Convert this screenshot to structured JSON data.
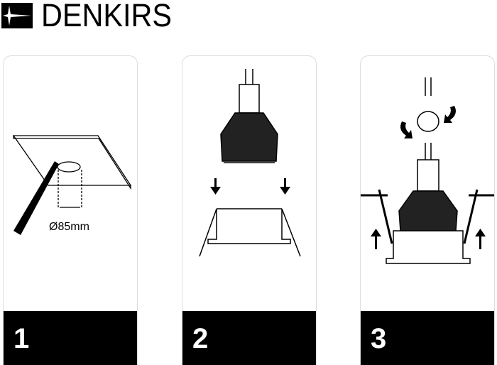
{
  "brand": {
    "name": "DENKIRS"
  },
  "steps": [
    {
      "number": "1",
      "dimension_label": "Ø85mm"
    },
    {
      "number": "2"
    },
    {
      "number": "3"
    }
  ]
}
